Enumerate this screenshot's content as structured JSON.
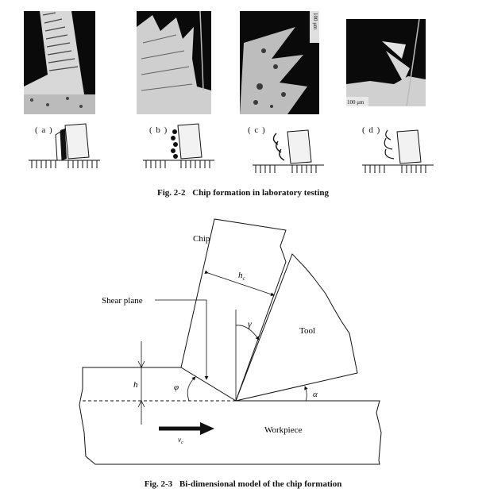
{
  "fig22": {
    "panels": [
      {
        "label": "( a )"
      },
      {
        "label": "( b )"
      },
      {
        "label": "( c )"
      },
      {
        "label": "( d )"
      }
    ],
    "scale_c": "100 μm",
    "scale_d": "100 μm",
    "caption_number": "Fig. 2-2",
    "caption_text": "Chip formation in laboratory testing"
  },
  "fig23": {
    "labels": {
      "chip": "Chip",
      "hc": "h",
      "hc_sub": "c",
      "shear_plane": "Shear plane",
      "gamma": "γ",
      "tool": "Tool",
      "h": "h",
      "phi": "φ",
      "alpha": "α",
      "workpiece": "Workpiece",
      "vc": "v",
      "vc_sub": "c"
    },
    "caption_number": "Fig. 2-3",
    "caption_text": "Bi-dimensional model of the chip formation"
  }
}
